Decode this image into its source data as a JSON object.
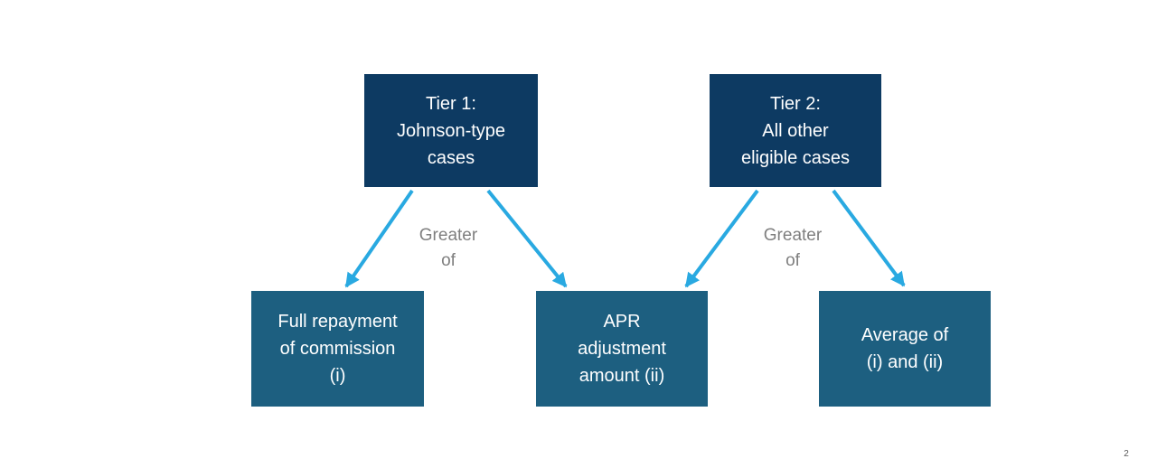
{
  "colors": {
    "navy": "#0d3a62",
    "teal": "#1d5f80",
    "arrow": "#29a9e1",
    "label-gray": "#7f7f7f",
    "page-gray": "#595959",
    "background": "#ffffff"
  },
  "diagram": {
    "tier_boxes": {
      "tier1": "Tier 1:\nJohnson-type\ncases",
      "tier2": "Tier 2:\nAll other\neligible cases"
    },
    "outcome_boxes": {
      "full_repayment": "Full repayment\nof commission\n(i)",
      "apr_adjustment": "APR\nadjustment\namount (ii)",
      "average": "Average of\n(i) and (ii)"
    },
    "labels": {
      "greater_of_tier1": "Greater\nof",
      "greater_of_tier2": "Greater\nof"
    }
  },
  "page": {
    "number": "2"
  }
}
